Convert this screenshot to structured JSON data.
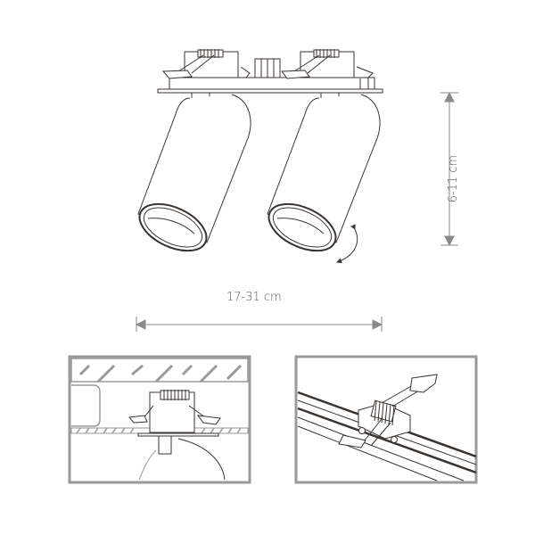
{
  "diagram": {
    "subject": "double recessed adjustable spotlight with spring clips",
    "dimensions": {
      "width_label": "17-31 cm",
      "height_label": "6-11 cm"
    },
    "panels": [
      {
        "name": "ceiling-installation-detail"
      },
      {
        "name": "spring-clip-detail"
      }
    ],
    "colors": {
      "line": "#3a3330",
      "dimension": "#8a8a8a",
      "frame": "#9a9a9a",
      "hatch": "#9a9a9a"
    }
  }
}
